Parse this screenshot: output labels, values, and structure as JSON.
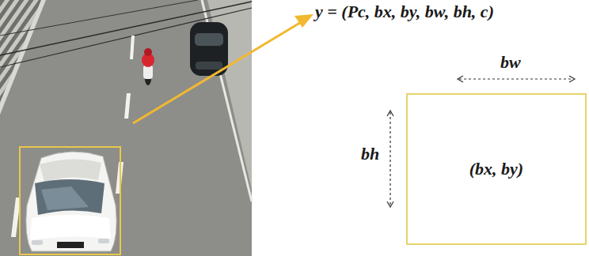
{
  "diagram": {
    "nodes": [
      {
        "text": [
          "(bx, by)"
        ]
      }
    ],
    "labels": [
      "y = (Pc, bx, by, bw, bh, c)",
      "bw",
      "bh"
    ]
  }
}
